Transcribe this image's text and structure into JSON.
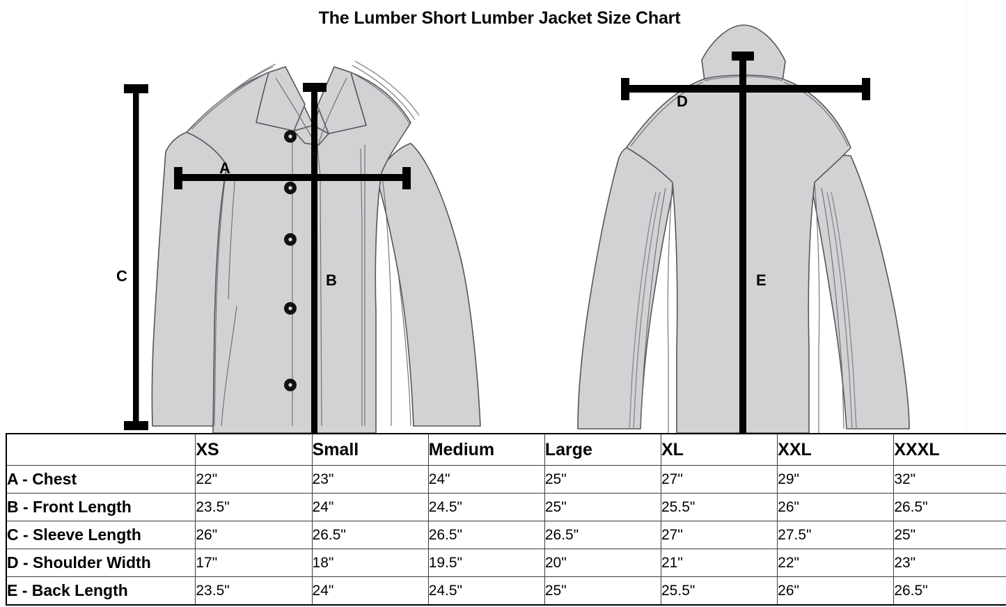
{
  "title": "The Lumber Short Lumber Jacket Size Chart",
  "illustration": {
    "front_view_name": "jacket-front-illustration",
    "back_view_name": "jacket-back-illustration",
    "markers": [
      {
        "key": "A",
        "label": "A",
        "meaning": "Chest",
        "view": "front",
        "orientation": "horizontal"
      },
      {
        "key": "B",
        "label": "B",
        "meaning": "Front Length",
        "view": "front",
        "orientation": "vertical"
      },
      {
        "key": "C",
        "label": "C",
        "meaning": "Sleeve Length",
        "view": "front",
        "orientation": "vertical"
      },
      {
        "key": "D",
        "label": "D",
        "meaning": "Shoulder Width",
        "view": "back",
        "orientation": "horizontal"
      },
      {
        "key": "E",
        "label": "E",
        "meaning": "Back Length",
        "view": "back",
        "orientation": "vertical"
      }
    ],
    "colors": {
      "garment_fill": "#d3d1d4",
      "garment_outline": "#55555a",
      "measure_bar": "#000000",
      "background": "#ffffff"
    }
  },
  "chart_data": {
    "type": "table",
    "title": "The Lumber Short Lumber Jacket Size Chart",
    "xlabel": "",
    "ylabel": "",
    "corner_header": "",
    "categories": [
      "XS",
      "Small",
      "Medium",
      "Large",
      "XL",
      "XXL",
      "XXXL"
    ],
    "series": [
      {
        "name": "A - Chest",
        "values": [
          "22\"",
          "23\"",
          "24\"",
          "25\"",
          "27\"",
          "29\"",
          "32\""
        ]
      },
      {
        "name": "B - Front Length",
        "values": [
          "23.5\"",
          "24\"",
          "24.5\"",
          "25\"",
          "25.5\"",
          "26\"",
          "26.5\""
        ]
      },
      {
        "name": "C - Sleeve Length",
        "values": [
          "26\"",
          "26.5\"",
          "26.5\"",
          "26.5\"",
          "27\"",
          "27.5\"",
          "25\""
        ]
      },
      {
        "name": "D - Shoulder Width",
        "values": [
          "17\"",
          "18\"",
          "19.5\"",
          "20\"",
          "21\"",
          "22\"",
          "23\""
        ]
      },
      {
        "name": "E - Back Length",
        "values": [
          "23.5\"",
          "24\"",
          "24.5\"",
          "25\"",
          "25.5\"",
          "26\"",
          "26.5\""
        ]
      }
    ],
    "units": "inches",
    "grid": true,
    "legend": "none"
  }
}
